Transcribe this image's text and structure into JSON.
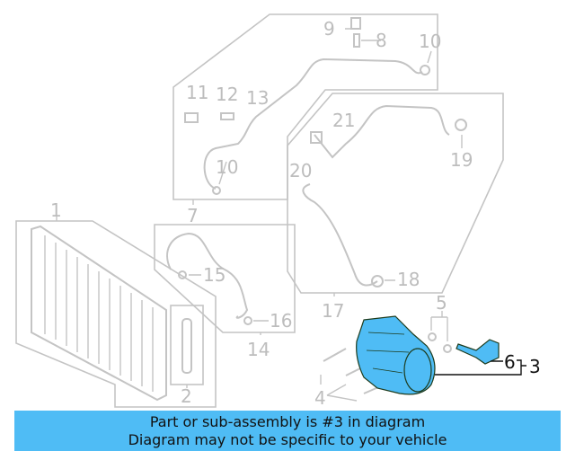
{
  "diagram": {
    "callouts": {
      "c1": "1",
      "c2": "2",
      "c3": "3",
      "c4": "4",
      "c5": "5",
      "c6": "6",
      "c7": "7",
      "c8": "8",
      "c9": "9",
      "c10a": "10",
      "c10b": "10",
      "c11": "11",
      "c12": "12",
      "c13": "13",
      "c14": "14",
      "c15": "15",
      "c16": "16",
      "c17": "17",
      "c18": "18",
      "c19": "19",
      "c20": "20",
      "c21": "21"
    },
    "highlight_color": "#4fbcf5",
    "highlighted_part": "3"
  },
  "banner": {
    "line1": "Part or sub-assembly is #3 in diagram",
    "line2": "Diagram may not be specific to your vehicle",
    "color": "#4fbcf5"
  }
}
